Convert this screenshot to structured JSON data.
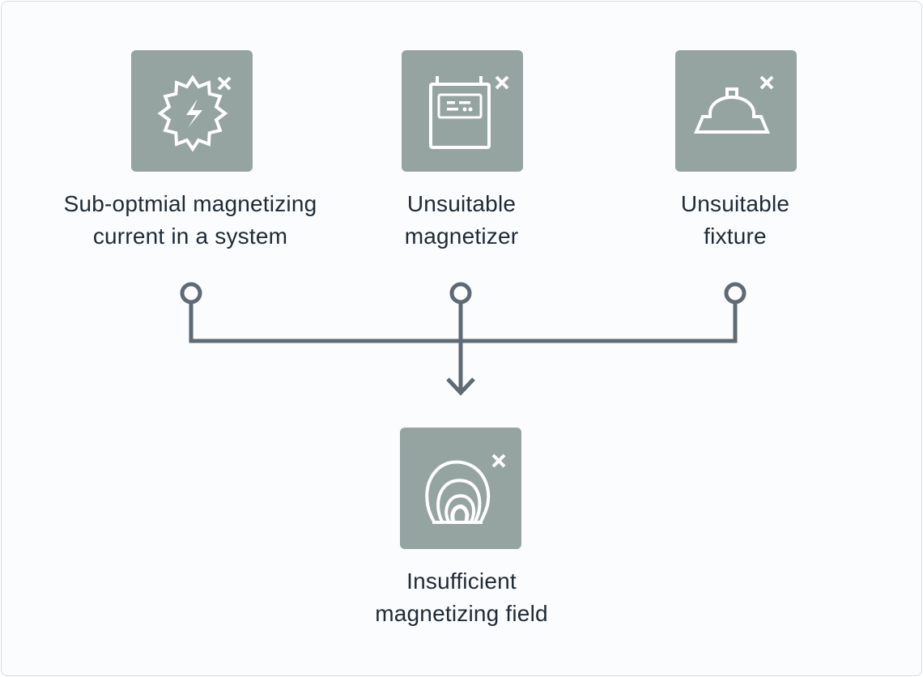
{
  "causes": [
    {
      "id": "current",
      "icon": "starburst-lightning-x-icon",
      "line1": "Sub-optmial magnetizing",
      "line2": "current in a system"
    },
    {
      "id": "magnetizer",
      "icon": "magnetizer-device-x-icon",
      "line1": "Unsuitable",
      "line2": "magnetizer"
    },
    {
      "id": "fixture",
      "icon": "fixture-x-icon",
      "line1": "Unsuitable",
      "line2": "fixture"
    }
  ],
  "effect": {
    "icon": "magnetic-field-x-icon",
    "line1": "Insufficient",
    "line2": "magnetizing field"
  },
  "colors": {
    "tile": "#95a3a1",
    "icon": "#ffffff",
    "text": "#1e2a36",
    "connector": "#5f6a74"
  }
}
